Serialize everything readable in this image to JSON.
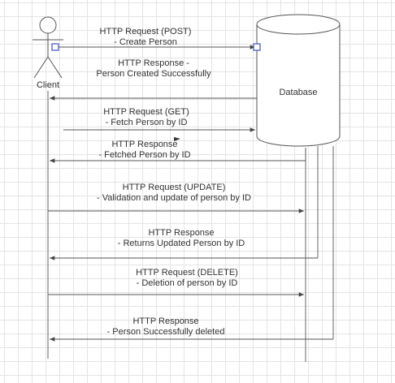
{
  "actors": {
    "client": "Client",
    "database": "Database"
  },
  "messages": [
    {
      "id": "m1",
      "title": "HTTP Request (POST)",
      "detail": "- Create Person",
      "direction": "client-to-database"
    },
    {
      "id": "m2",
      "title": "HTTP Response  -",
      "detail": "Person Created Successfully",
      "direction": "database-to-client"
    },
    {
      "id": "m3",
      "title": "HTTP Request (GET)",
      "detail": "- Fetch Person by ID",
      "direction": "client-to-database"
    },
    {
      "id": "m4",
      "title": "HTTP Response",
      "detail": "- Fetched Person by ID",
      "direction": "database-to-client"
    },
    {
      "id": "m5",
      "title": "HTTP Request (UPDATE)",
      "detail": "- Validation and update of person by ID",
      "direction": "client-to-database"
    },
    {
      "id": "m6",
      "title": "HTTP Response",
      "detail": "- Returns Updated Person by ID",
      "direction": "database-to-client"
    },
    {
      "id": "m7",
      "title": "HTTP Request (DELETE)",
      "detail": "- Deletion of person by ID",
      "direction": "client-to-database"
    },
    {
      "id": "m8",
      "title": "HTTP Response",
      "detail": "- Person Successfully deleted",
      "direction": "database-to-client"
    }
  ],
  "colors": {
    "line": "#555555",
    "text": "#333333",
    "handle": "#3b52c4",
    "grid": "#e4e4e4"
  }
}
